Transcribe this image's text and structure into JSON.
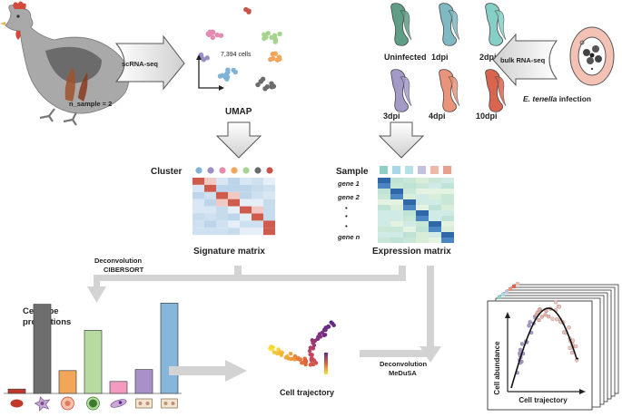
{
  "labels": {
    "n_sample": "n_sample = 2",
    "scrna": "scRNA-seq",
    "cells_count": "7,394 cells",
    "umap": "UMAP",
    "bulk": "bulk RNA-seq",
    "infection_species": "E. tenella",
    "infection_word": " infection",
    "cluster": "Cluster",
    "sample": "Sample",
    "signature_matrix": "Signature matrix",
    "expression_matrix": "Expression matrix",
    "deconv1_line1": "Deconvolution",
    "deconv1_line2": "CIBERSORT",
    "cell_type_line1": "Cell type",
    "cell_type_line2": "proportions",
    "cell_trajectory": "Cell trajectory",
    "deconv2_line1": "Deconvolution",
    "deconv2_line2": "MeDuSA",
    "axis_y": "Cell abundance",
    "axis_x": "Cell trajectory"
  },
  "timepoints": [
    {
      "label": "Uninfected",
      "color": "#5f9e86"
    },
    {
      "label": "1dpi",
      "color": "#7fb9c2"
    },
    {
      "label": "2dpi",
      "color": "#86cfc6"
    },
    {
      "label": "3dpi",
      "color": "#a39ac8"
    },
    {
      "label": "4dpi",
      "color": "#e8937a"
    },
    {
      "label": "10dpi",
      "color": "#d9654f"
    }
  ],
  "gene_labels": [
    "gene 1",
    "gene 2",
    "•",
    "•",
    "•",
    "gene n"
  ],
  "cluster_colors": [
    "#7fb3d8",
    "#9b8ec4",
    "#e58ab0",
    "#f2a65a",
    "#a6d48f",
    "#6b6b6b",
    "#c9534a"
  ],
  "sample_colors": [
    "#8ecfc6",
    "#a8d8e8",
    "#b8e0e8",
    "#c4c0e0",
    "#f0b8a8",
    "#e8a090"
  ],
  "cell_type_bars": [
    {
      "value": 0.04,
      "color": "#c0392b",
      "icon": "rbc-icon"
    },
    {
      "value": 0.82,
      "color": "#6e6e6e",
      "icon": "macrophage-icon"
    },
    {
      "value": 0.21,
      "color": "#f2a65a",
      "icon": "cell-icon"
    },
    {
      "value": 0.58,
      "color": "#b5dba0",
      "icon": "lymphocyte-icon"
    },
    {
      "value": 0.11,
      "color": "#f29ac0",
      "icon": "spindle-cell-icon"
    },
    {
      "value": 0.22,
      "color": "#a891c8",
      "icon": "epithelial-icon"
    },
    {
      "value": 0.83,
      "color": "#86b6da",
      "icon": "epithelial-icon"
    }
  ]
}
